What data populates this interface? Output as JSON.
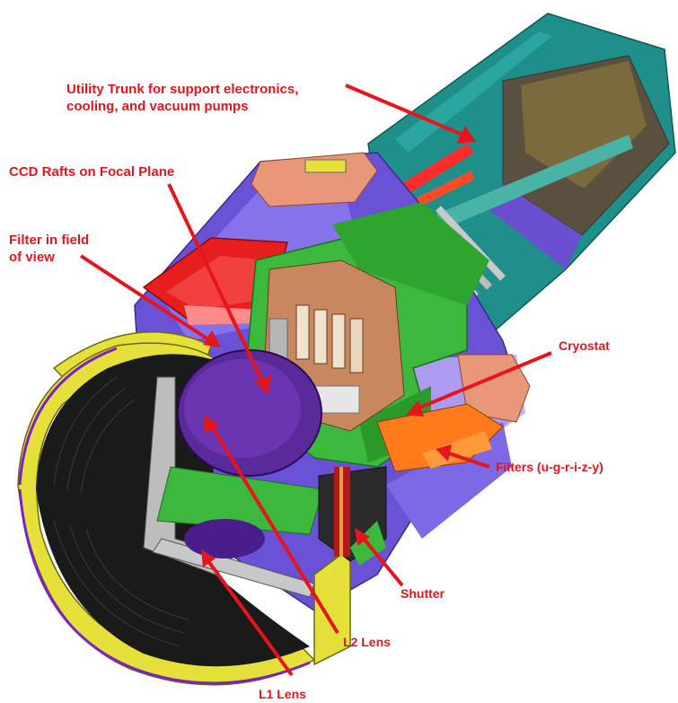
{
  "labels": {
    "utility_trunk_line1": "Utility Trunk for support electronics,",
    "utility_trunk_line2": "cooling, and vacuum pumps",
    "ccd_rafts": "CCD Rafts on Focal Plane",
    "filter_fov_line1": "Filter in field",
    "filter_fov_line2": "of view",
    "cryostat": "Cryostat",
    "filters": "Filters (u-g-r-i-z-y)",
    "shutter": "Shutter",
    "l2_lens": "L2 Lens",
    "l1_lens": "L1 Lens"
  },
  "colors": {
    "label_red": "#e8141c",
    "arrow_red": "#e8141c",
    "trunk_teal": "#1f8f8a",
    "trunk_interior": "#5b5040",
    "body_purple": "#6a52d6",
    "ring_yellow": "#e6e03a",
    "cryostat_green": "#3cb83c",
    "electronics_tan": "#c8875f",
    "filter_red": "#e81e1e",
    "lens_violet": "#5a2a9a",
    "salmon": "#e89878"
  }
}
